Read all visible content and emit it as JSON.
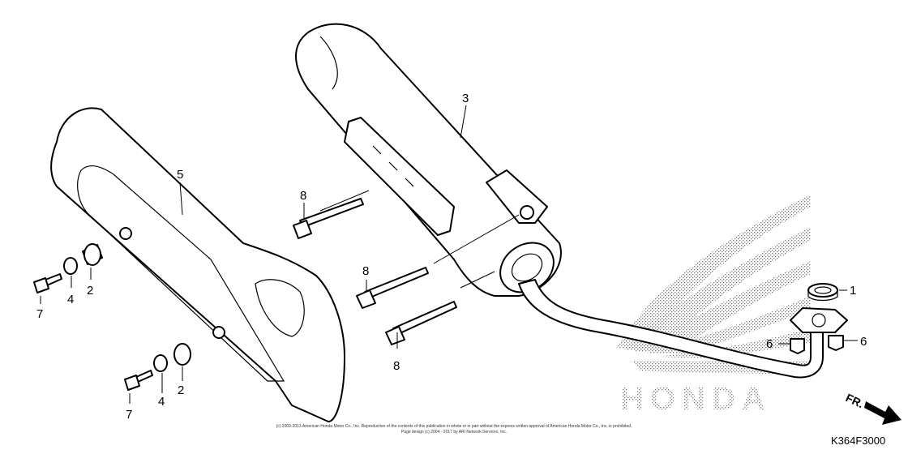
{
  "parts": [
    {
      "id": "callout-1",
      "label": "1"
    },
    {
      "id": "callout-2a",
      "label": "2"
    },
    {
      "id": "callout-2b",
      "label": "2"
    },
    {
      "id": "callout-3",
      "label": "3"
    },
    {
      "id": "callout-4a",
      "label": "4"
    },
    {
      "id": "callout-4b",
      "label": "4"
    },
    {
      "id": "callout-5",
      "label": "5"
    },
    {
      "id": "callout-6a",
      "label": "6"
    },
    {
      "id": "callout-6b",
      "label": "6"
    },
    {
      "id": "callout-7a",
      "label": "7"
    },
    {
      "id": "callout-7b",
      "label": "7"
    },
    {
      "id": "callout-8a",
      "label": "8"
    },
    {
      "id": "callout-8b",
      "label": "8"
    },
    {
      "id": "callout-8c",
      "label": "8"
    }
  ],
  "watermark": "HONDA",
  "front_indicator": "FR.",
  "diagram_code": "K364F3000",
  "copyright": {
    "line1": "(c) 2003-2013 American Honda Motor Co., Inc. Reproduction of the contents of this publication in whole or in part without the express written approval of American Honda Motor Co., Inc. is prohibited.",
    "line2": "Page design (c) 2004 - 2017 by ARI Network Services, Inc."
  }
}
